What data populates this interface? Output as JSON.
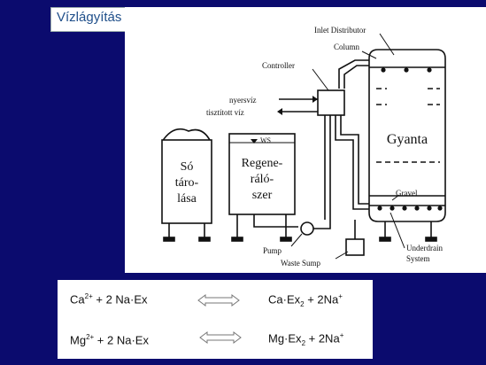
{
  "title": "Vízlágyítás Na-bázisú gyantával",
  "diagram": {
    "salt_tank": [
      "Só",
      "táro-",
      "lása"
    ],
    "regen_tank": [
      "Regene-",
      "ráló-",
      "szer"
    ],
    "ws": "WS",
    "column_label": "Gyanta",
    "inlet_distributor": "Inlet Distributor",
    "column": "Column",
    "controller": "Controller",
    "raw_water": "nyersvíz",
    "treated_water": "tisztított víz",
    "gravel": "Gravel",
    "underdrain": [
      "Underdrain",
      "System"
    ],
    "pump": "Pump",
    "waste_sump": "Waste Sump"
  },
  "equations": [
    {
      "left_ion": "Ca",
      "left_charge": "2+",
      "left_rest": " + 2 Na·Ex",
      "right_main": "Ca·Ex",
      "right_sub": "2",
      "right_rest": " + 2Na",
      "right_charge": "+"
    },
    {
      "left_ion": "Mg",
      "left_charge": "2+",
      "left_rest": " + 2 Na·Ex",
      "right_main": "Mg·Ex",
      "right_sub": "2",
      "right_rest": " + 2Na",
      "right_charge": "+"
    }
  ],
  "colors": {
    "background": "#0b0b6e",
    "title_text": "#1f4f8a"
  }
}
